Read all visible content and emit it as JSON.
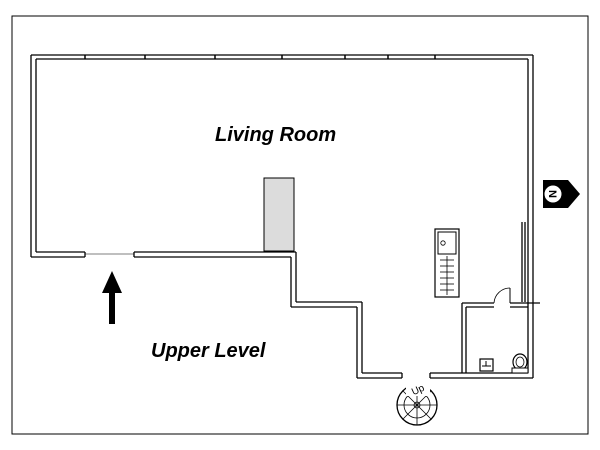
{
  "labels": {
    "living_room": "Living Room",
    "upper_level": "Upper Level",
    "stair_up": "Up",
    "compass_north": "N"
  },
  "icons": {
    "entry_arrow": "arrow-up-icon",
    "compass": "north-compass-icon",
    "stair": "spiral-staircase-icon",
    "sink": "sink-icon",
    "toilet": "toilet-icon",
    "kitchen_counter": "kitchen-counter-icon",
    "door": "door-swing-icon"
  },
  "colors": {
    "wall": "#000000",
    "background": "#ffffff",
    "counter_fill": "#dcdcdc"
  }
}
